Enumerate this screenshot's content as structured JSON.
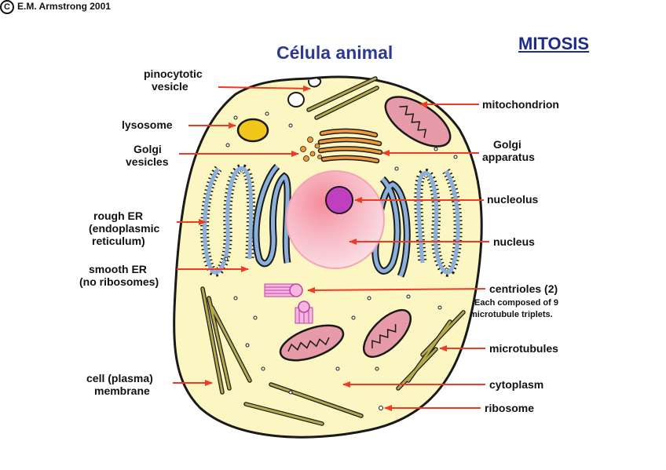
{
  "header": {
    "title": "Célula animal",
    "section_link": "MITOSIS",
    "copyright_symbol": "C",
    "copyright": "E.M. Armstrong 2001"
  },
  "labels_left": [
    {
      "id": "pinocytotic-vesicle",
      "line1": "pinocytotic",
      "line2": "vesicle"
    },
    {
      "id": "lysosome",
      "line1": "lysosome",
      "line2": ""
    },
    {
      "id": "golgi-vesicles",
      "line1": "Golgi",
      "line2": "vesicles"
    },
    {
      "id": "rough-er",
      "line1": "rough ER",
      "line2": "(endoplasmic",
      "line3": "reticulum)"
    },
    {
      "id": "smooth-er",
      "line1": "smooth ER",
      "line2": "(no ribosomes)"
    },
    {
      "id": "cell-membrane",
      "line1": "cell (plasma)",
      "line2": "membrane"
    }
  ],
  "labels_right": [
    {
      "id": "mitochondrion",
      "line1": "mitochondrion",
      "line2": ""
    },
    {
      "id": "golgi-apparatus",
      "line1": "Golgi",
      "line2": "apparatus"
    },
    {
      "id": "nucleolus",
      "line1": "nucleolus",
      "line2": ""
    },
    {
      "id": "nucleus",
      "line1": "nucleus",
      "line2": ""
    },
    {
      "id": "centrioles",
      "line1": "centrioles (2)",
      "line2": ""
    },
    {
      "id": "microtubules",
      "line1": "microtubules",
      "line2": ""
    },
    {
      "id": "cytoplasm",
      "line1": "cytoplasm",
      "line2": ""
    },
    {
      "id": "ribosome",
      "line1": "ribosome",
      "line2": ""
    }
  ],
  "centriole_note": {
    "line1": "Each composed of 9",
    "line2": "microtubule triplets."
  },
  "colors": {
    "cytoplasm": "#fbf6c2",
    "membrane": "#1a1a1a",
    "arrow": "#f03a24",
    "title": "#2e3a92",
    "nucleus": "#f9bcc7",
    "nucleolus": "#c03fc0",
    "er": "#8bb0dc",
    "golgi": "#f19a35",
    "lysosome": "#f3c61c",
    "mito": "#e79aa8",
    "microtubule": "#b7a84a"
  }
}
